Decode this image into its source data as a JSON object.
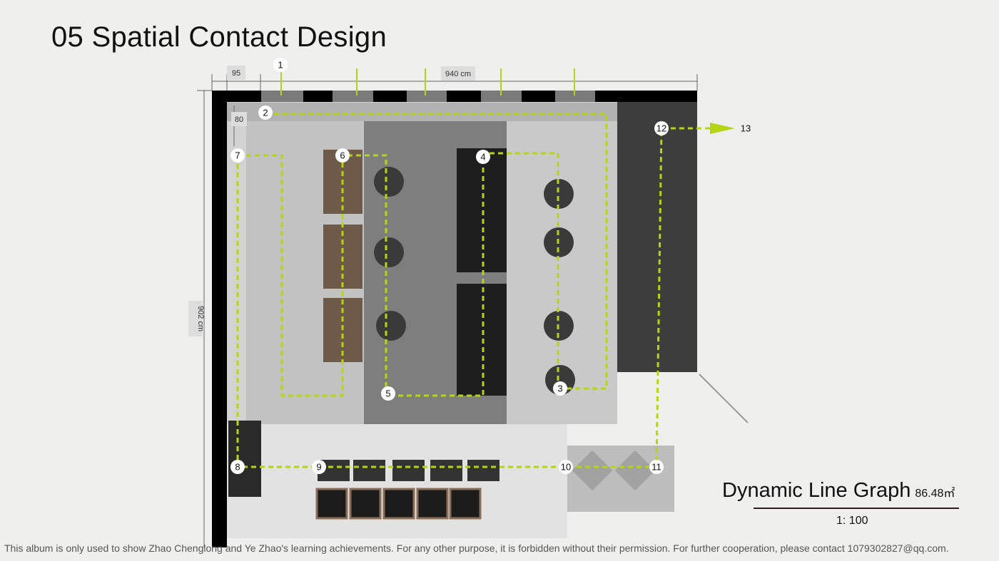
{
  "title": "05 Spatial Contact Design",
  "dimensions": {
    "top_offset": "95",
    "width": "940 cm",
    "strip": "80",
    "height": "902 cm"
  },
  "points": [
    "1",
    "2",
    "3",
    "4",
    "5",
    "6",
    "7",
    "8",
    "9",
    "10",
    "11",
    "12",
    "13"
  ],
  "legend": {
    "title": "Dynamic Line Graph",
    "area": "86.48㎡",
    "scale": "1: 100"
  },
  "footer": "This album is only used to show Zhao Chenglong and Ye Zhao's learning achievements. For any other purpose, it is forbidden without their permission. For further cooperation, please contact 1079302827@qq.com.",
  "colors": {
    "path": "#b5d418",
    "wall": "#000000"
  }
}
